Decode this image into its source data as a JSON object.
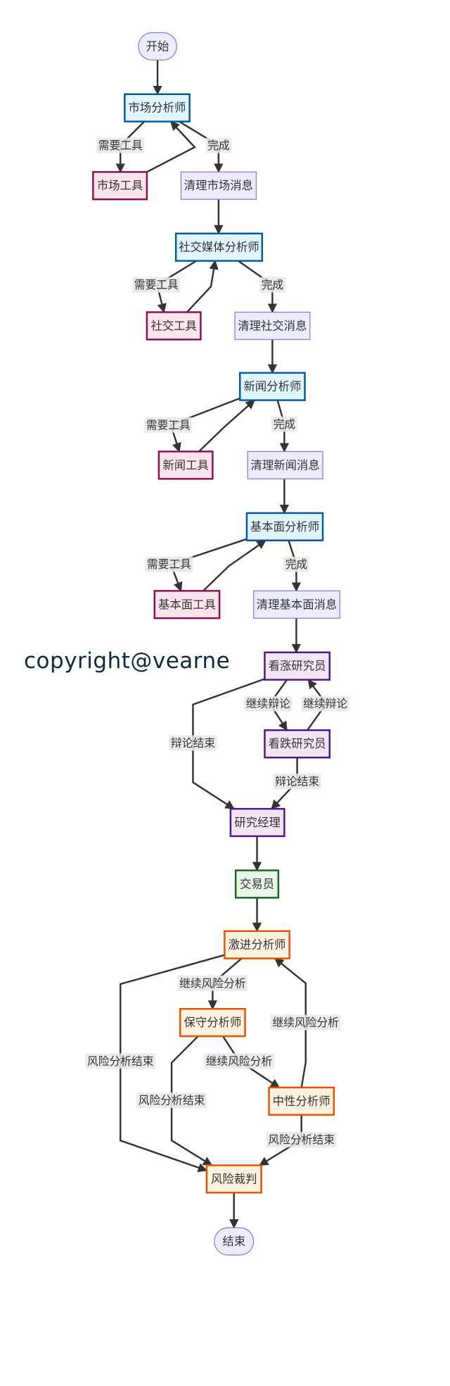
{
  "watermark": "copyright@vearne",
  "colors": {
    "analyst": {
      "fill": "#e1f5fe",
      "stroke": "#01579b"
    },
    "tool": {
      "fill": "#fce4ec",
      "stroke": "#880e4f"
    },
    "clear": {
      "fill": "#ececff",
      "stroke": "#9370db"
    },
    "terminal": {
      "fill": "#ececff",
      "stroke": "#9370db"
    },
    "research": {
      "fill": "#f3e5f5",
      "stroke": "#4a148c"
    },
    "trader": {
      "fill": "#e8f5e9",
      "stroke": "#1b5e20"
    },
    "risk": {
      "fill": "#fff3e0",
      "stroke": "#e65100"
    }
  },
  "nodes": [
    {
      "id": "start",
      "label": "开始"
    },
    {
      "id": "market_analyst",
      "label": "市场分析师"
    },
    {
      "id": "market_tools",
      "label": "市场工具"
    },
    {
      "id": "clear_market",
      "label": "清理市场消息"
    },
    {
      "id": "social_analyst",
      "label": "社交媒体分析师"
    },
    {
      "id": "social_tools",
      "label": "社交工具"
    },
    {
      "id": "clear_social",
      "label": "清理社交消息"
    },
    {
      "id": "news_analyst",
      "label": "新闻分析师"
    },
    {
      "id": "news_tools",
      "label": "新闻工具"
    },
    {
      "id": "clear_news",
      "label": "清理新闻消息"
    },
    {
      "id": "fund_analyst",
      "label": "基本面分析师"
    },
    {
      "id": "fund_tools",
      "label": "基本面工具"
    },
    {
      "id": "clear_fund",
      "label": "清理基本面消息"
    },
    {
      "id": "bull",
      "label": "看涨研究员"
    },
    {
      "id": "bear",
      "label": "看跌研究员"
    },
    {
      "id": "research_manager",
      "label": "研究经理"
    },
    {
      "id": "trader",
      "label": "交易员"
    },
    {
      "id": "risky",
      "label": "激进分析师"
    },
    {
      "id": "safe",
      "label": "保守分析师"
    },
    {
      "id": "neutral",
      "label": "中性分析师"
    },
    {
      "id": "judge",
      "label": "风险裁判"
    },
    {
      "id": "end",
      "label": "结束"
    }
  ],
  "edges": [
    {
      "from": "start",
      "to": "market_analyst",
      "label": ""
    },
    {
      "from": "market_analyst",
      "to": "market_tools",
      "label": "需要工具"
    },
    {
      "from": "market_tools",
      "to": "market_analyst",
      "label": ""
    },
    {
      "from": "market_analyst",
      "to": "clear_market",
      "label": "完成"
    },
    {
      "from": "clear_market",
      "to": "social_analyst",
      "label": ""
    },
    {
      "from": "social_analyst",
      "to": "social_tools",
      "label": "需要工具"
    },
    {
      "from": "social_tools",
      "to": "social_analyst",
      "label": ""
    },
    {
      "from": "social_analyst",
      "to": "clear_social",
      "label": "完成"
    },
    {
      "from": "clear_social",
      "to": "news_analyst",
      "label": ""
    },
    {
      "from": "news_analyst",
      "to": "news_tools",
      "label": "需要工具"
    },
    {
      "from": "news_tools",
      "to": "news_analyst",
      "label": ""
    },
    {
      "from": "news_analyst",
      "to": "clear_news",
      "label": "完成"
    },
    {
      "from": "clear_news",
      "to": "fund_analyst",
      "label": ""
    },
    {
      "from": "fund_analyst",
      "to": "fund_tools",
      "label": "需要工具"
    },
    {
      "from": "fund_tools",
      "to": "fund_analyst",
      "label": ""
    },
    {
      "from": "fund_analyst",
      "to": "clear_fund",
      "label": "完成"
    },
    {
      "from": "clear_fund",
      "to": "bull",
      "label": ""
    },
    {
      "from": "bull",
      "to": "research_manager",
      "label": "辩论结束"
    },
    {
      "from": "bull",
      "to": "bear",
      "label": "继续辩论"
    },
    {
      "from": "bear",
      "to": "bull",
      "label": "继续辩论"
    },
    {
      "from": "bear",
      "to": "research_manager",
      "label": "辩论结束"
    },
    {
      "from": "research_manager",
      "to": "trader",
      "label": ""
    },
    {
      "from": "trader",
      "to": "risky",
      "label": ""
    },
    {
      "from": "risky",
      "to": "judge",
      "label": "风险分析结束"
    },
    {
      "from": "risky",
      "to": "safe",
      "label": "继续风险分析"
    },
    {
      "from": "safe",
      "to": "judge",
      "label": "风险分析结束"
    },
    {
      "from": "safe",
      "to": "neutral",
      "label": "继续风险分析"
    },
    {
      "from": "neutral",
      "to": "risky",
      "label": "继续风险分析"
    },
    {
      "from": "neutral",
      "to": "judge",
      "label": "风险分析结束"
    },
    {
      "from": "judge",
      "to": "end",
      "label": ""
    }
  ]
}
